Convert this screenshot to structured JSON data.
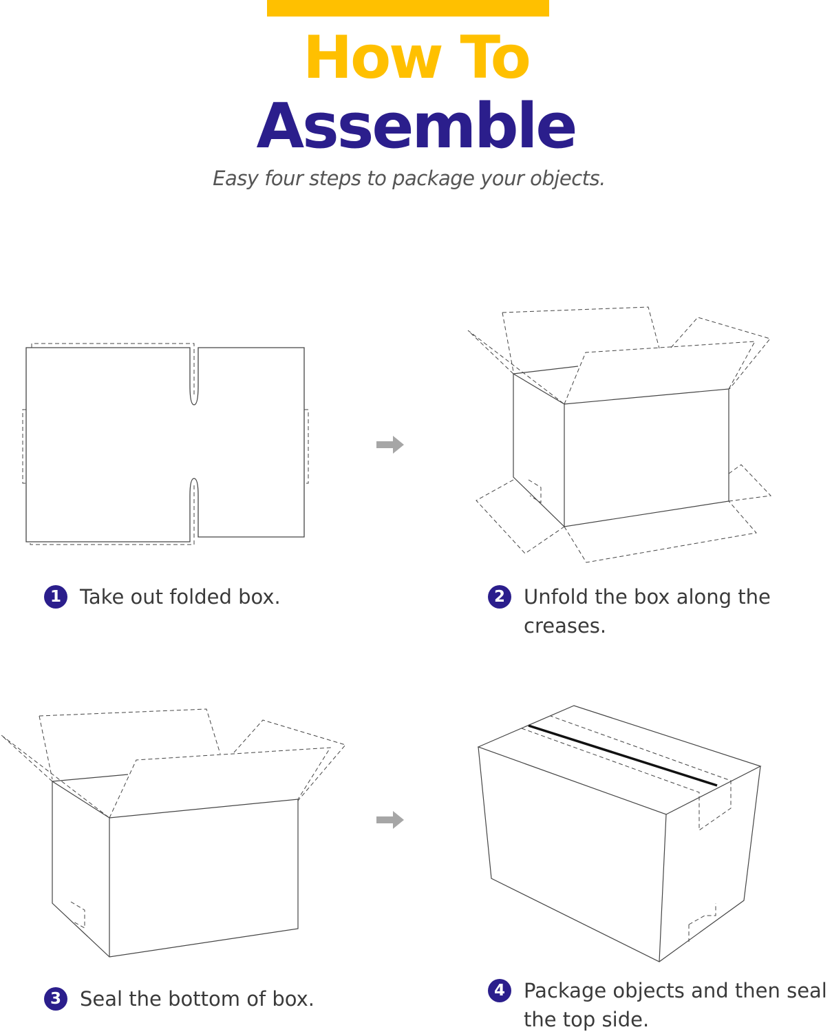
{
  "header": {
    "title_line1": "How To",
    "title_line2": "Assemble",
    "subtitle": "Easy four steps to package your objects."
  },
  "colors": {
    "accent_yellow": "#FFC000",
    "brand_navy": "#2B1E8C",
    "arrow_gray": "#A6A6A6"
  },
  "steps": [
    {
      "number": "1",
      "text": "Take out folded box."
    },
    {
      "number": "2",
      "text": "Unfold the box along the creases."
    },
    {
      "number": "3",
      "text": "Seal the bottom of box."
    },
    {
      "number": "4",
      "text": "Package objects and then seal the top side."
    }
  ],
  "icons": [
    "flat-box-illustration",
    "open-box-illustration",
    "arrow-right-icon",
    "sealed-box-illustration"
  ]
}
